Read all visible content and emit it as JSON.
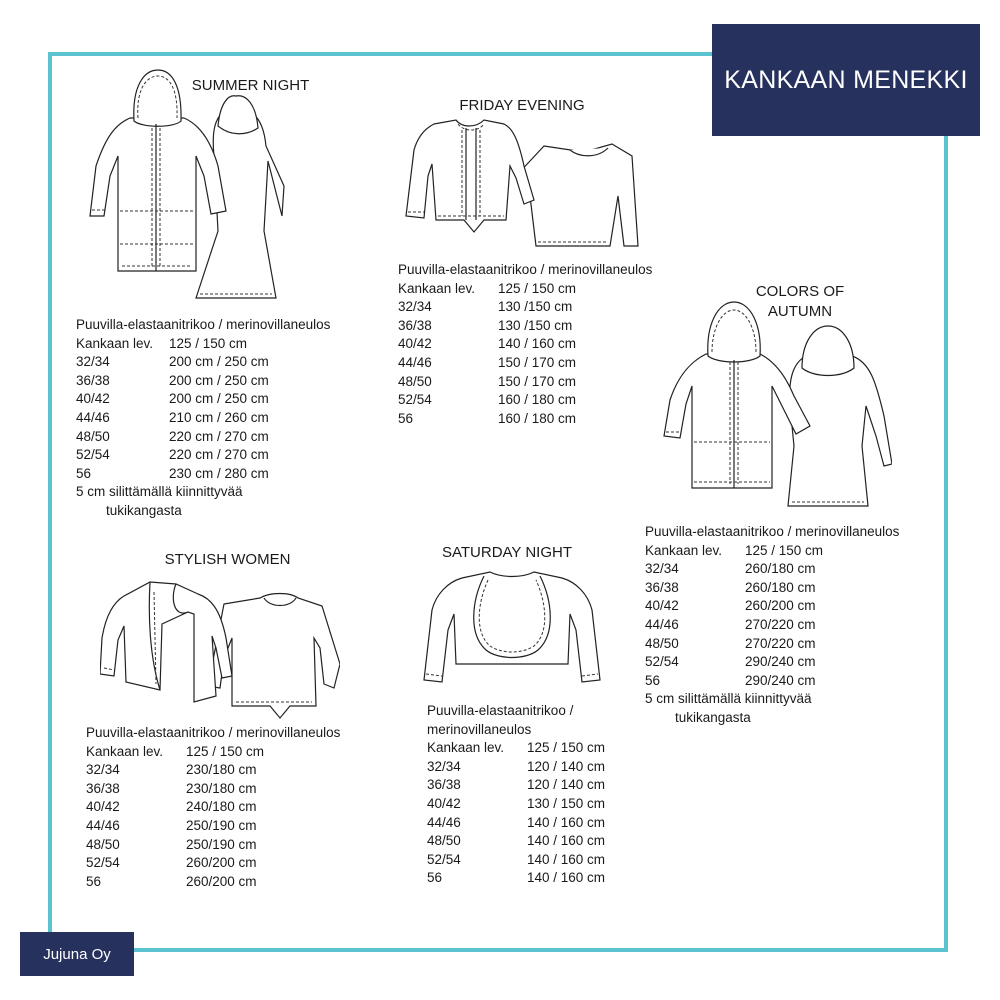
{
  "header": {
    "title": "KANKAAN MENEKKI"
  },
  "footer": {
    "brand": "Jujuna Oy"
  },
  "garments": {
    "summer_night": {
      "name": "SUMMER NIGHT",
      "material": "Puuvilla-elastaanitrikoo / merinovillaneulos",
      "width_label": "Kankaan lev.",
      "width_value": "125 / 150 cm",
      "rows": [
        {
          "size": "32/34",
          "amount": "200 cm / 250 cm"
        },
        {
          "size": "36/38",
          "amount": "200 cm / 250 cm"
        },
        {
          "size": "40/42",
          "amount": "200 cm / 250 cm"
        },
        {
          "size": "44/46",
          "amount": "210 cm / 260 cm"
        },
        {
          "size": "48/50",
          "amount": "220 cm / 270 cm"
        },
        {
          "size": "52/54",
          "amount": "220 cm / 270 cm"
        },
        {
          "size": "56",
          "amount": "230 cm / 280 cm"
        }
      ],
      "note_1": "5 cm silittämällä kiinnittyvää",
      "note_2": "tukikangasta"
    },
    "friday_evening": {
      "name": "FRIDAY EVENING",
      "material": "Puuvilla-elastaanitrikoo / merinovillaneulos",
      "width_label": "Kankaan lev.",
      "width_value": "125 / 150 cm",
      "rows": [
        {
          "size": "32/34",
          "amount": "130 /150 cm"
        },
        {
          "size": "36/38",
          "amount": "130 /150 cm"
        },
        {
          "size": "40/42",
          "amount": "140 / 160 cm"
        },
        {
          "size": "44/46",
          "amount": "150 / 170 cm"
        },
        {
          "size": "48/50",
          "amount": "150 / 170 cm"
        },
        {
          "size": "52/54",
          "amount": "160 / 180 cm"
        },
        {
          "size": "56",
          "amount": "160 / 180 cm"
        }
      ]
    },
    "colors_of_autumn": {
      "name_1": "COLORS OF",
      "name_2": "AUTUMN",
      "material": "Puuvilla-elastaanitrikoo / merinovillaneulos",
      "width_label": "Kankaan lev.",
      "width_value": "125 / 150 cm",
      "rows": [
        {
          "size": "32/34",
          "amount": "260/180 cm"
        },
        {
          "size": "36/38",
          "amount": "260/180 cm"
        },
        {
          "size": "40/42",
          "amount": "260/200 cm"
        },
        {
          "size": "44/46",
          "amount": "270/220 cm"
        },
        {
          "size": "48/50",
          "amount": "270/220 cm"
        },
        {
          "size": "52/54",
          "amount": "290/240 cm"
        },
        {
          "size": "56",
          "amount": "290/240 cm"
        }
      ],
      "note_1": "5 cm silittämällä kiinnittyvää",
      "note_2": "tukikangasta"
    },
    "stylish_women": {
      "name": "STYLISH WOMEN",
      "material": "Puuvilla-elastaanitrikoo / merinovillaneulos",
      "width_label": "Kankaan lev.",
      "width_value": "125 / 150 cm",
      "rows": [
        {
          "size": "32/34",
          "amount": "230/180 cm"
        },
        {
          "size": "36/38",
          "amount": "230/180 cm"
        },
        {
          "size": "40/42",
          "amount": "240/180 cm"
        },
        {
          "size": "44/46",
          "amount": "250/190 cm"
        },
        {
          "size": "48/50",
          "amount": "250/190 cm"
        },
        {
          "size": "52/54",
          "amount": "260/200 cm"
        },
        {
          "size": "56",
          "amount": "260/200 cm"
        }
      ]
    },
    "saturday_night": {
      "name": "SATURDAY NIGHT",
      "material_1": "Puuvilla-elastaanitrikoo /",
      "material_2": "merinovillaneulos",
      "width_label": "Kankaan lev.",
      "width_value": "125 / 150 cm",
      "rows": [
        {
          "size": "32/34",
          "amount": "120 / 140 cm"
        },
        {
          "size": "36/38",
          "amount": "120 / 140 cm"
        },
        {
          "size": "40/42",
          "amount": "130 / 150 cm"
        },
        {
          "size": "44/46",
          "amount": "140 / 160 cm"
        },
        {
          "size": "48/50",
          "amount": "140 / 160 cm"
        },
        {
          "size": "52/54",
          "amount": "140 / 160 cm"
        },
        {
          "size": "56",
          "amount": "140 / 160 cm"
        }
      ]
    }
  },
  "colors": {
    "frame": "#5bc2cf",
    "navy": "#26315e"
  }
}
